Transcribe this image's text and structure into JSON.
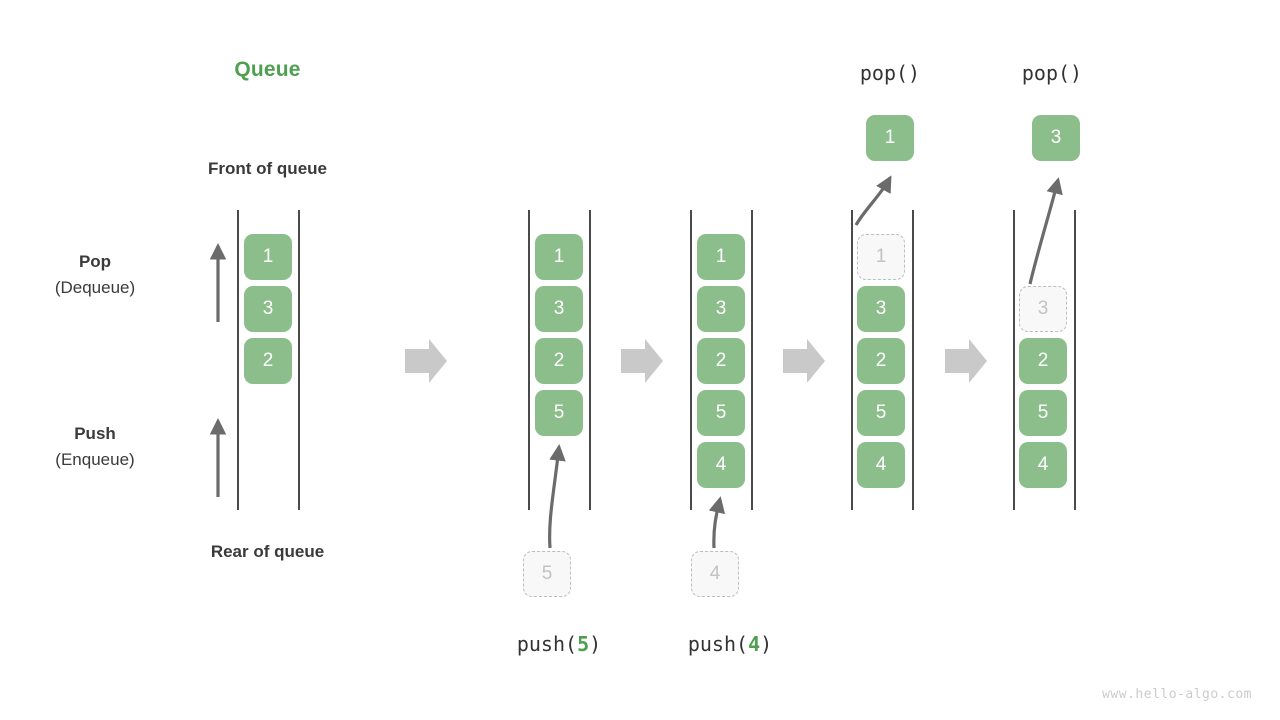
{
  "title": "Queue",
  "labels": {
    "front_of_queue": "Front of queue",
    "rear_of_queue": "Rear of queue",
    "pop_bold": "Pop",
    "pop_paren": "(Dequeue)",
    "push_bold": "Push",
    "push_paren": "(Enqueue)"
  },
  "colors": {
    "accent_green": "#4E9F50",
    "box_green": "#8CBE8C",
    "ghost_fill": "#f8f8f8",
    "ghost_border": "#bdbdbd",
    "rail": "#4a4a4a",
    "arrow_grey": "#6b6b6b",
    "step_arrow": "#c9c9c9",
    "text_dark": "#3a3a3a",
    "watermark": "#cccccc"
  },
  "stages": [
    {
      "id": "initial",
      "caption_top": "",
      "caption_bottom": "",
      "items": [
        "1",
        "3",
        "2"
      ],
      "ghost_in_queue": null,
      "ghost_below": null,
      "popped_box": null
    },
    {
      "id": "push-5",
      "caption_top": "",
      "caption_bottom_prefix": "push(",
      "caption_bottom_value": "5",
      "caption_bottom_suffix": ")",
      "items": [
        "1",
        "3",
        "2",
        "5"
      ],
      "ghost_in_queue": null,
      "ghost_below": "5",
      "popped_box": null
    },
    {
      "id": "push-4",
      "caption_top": "",
      "caption_bottom_prefix": "push(",
      "caption_bottom_value": "4",
      "caption_bottom_suffix": ")",
      "items": [
        "1",
        "3",
        "2",
        "5",
        "4"
      ],
      "ghost_in_queue": null,
      "ghost_below": "4",
      "popped_box": null
    },
    {
      "id": "pop-1",
      "caption_top": "pop()",
      "caption_bottom": "",
      "items": [
        "3",
        "2",
        "5",
        "4"
      ],
      "ghost_in_queue": "1",
      "ghost_below": null,
      "popped_box": "1"
    },
    {
      "id": "pop-3",
      "caption_top": "pop()",
      "caption_bottom": "",
      "items": [
        "2",
        "5",
        "4"
      ],
      "ghost_in_queue": "3",
      "ghost_below": null,
      "popped_box": "3"
    }
  ],
  "step_arrows": [
    "step-arrow-1",
    "step-arrow-2",
    "step-arrow-3",
    "step-arrow-4"
  ],
  "watermark": "www.hello-algo.com"
}
